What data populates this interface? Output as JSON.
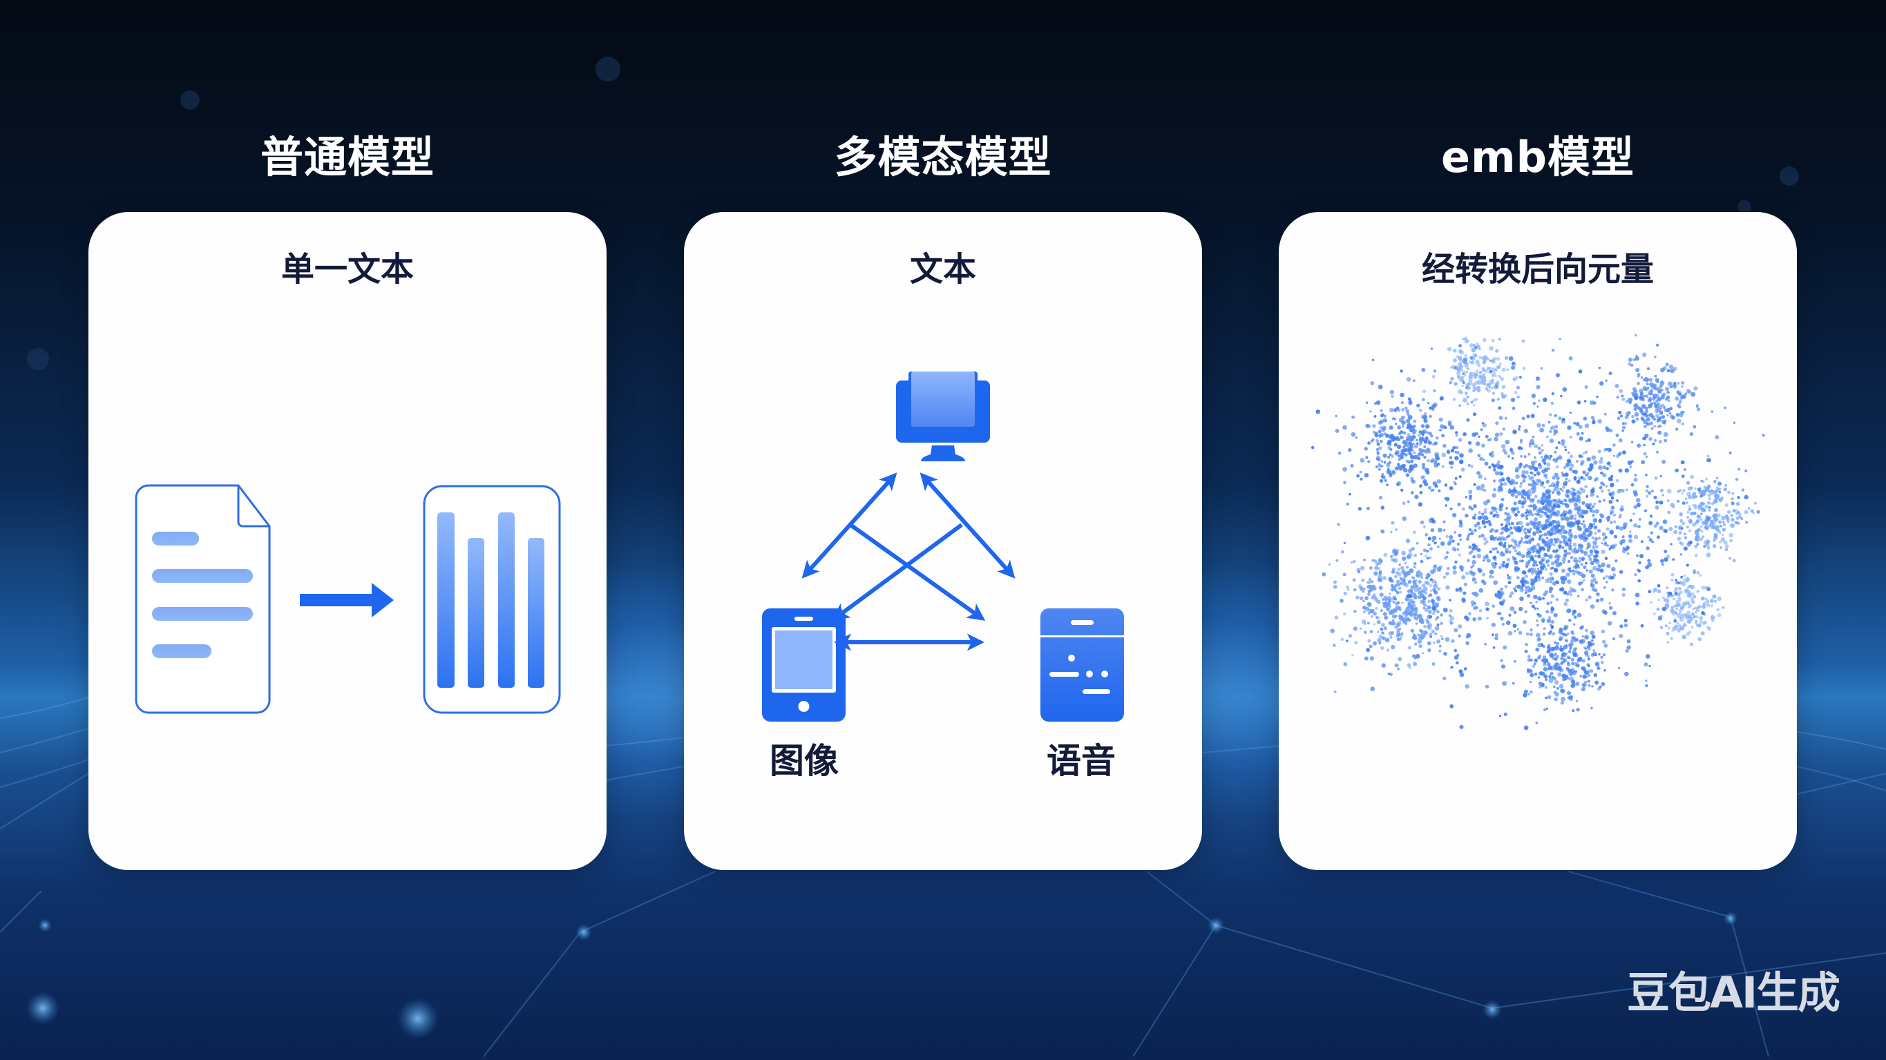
{
  "columns": [
    {
      "title": "普通模型",
      "card_subtitle": "单一文本",
      "diagram": {
        "input_icon": "document-icon",
        "connector": "arrow-right",
        "output_icon": "bar-chart-icon"
      }
    },
    {
      "title": "多模态模型",
      "card_subtitle": "文本",
      "diagram": {
        "nodes": [
          {
            "id": "text",
            "icon": "monitor-icon",
            "label": ""
          },
          {
            "id": "image",
            "icon": "tablet-icon",
            "label": "图像"
          },
          {
            "id": "speech",
            "icon": "speech-panel-icon",
            "label": "语音"
          }
        ],
        "edges": [
          "text<->image",
          "text<->speech",
          "image<->speech",
          "text->speech (crossing)",
          "text->image (crossing)"
        ]
      }
    },
    {
      "title": "emb模型",
      "card_subtitle": "经转换后向元量",
      "diagram": {
        "type": "scatter-cluster",
        "icon": "vector-cloud-icon",
        "clusters": 8
      }
    }
  ],
  "watermark": "豆包AI生成",
  "colors": {
    "accent_blue": "#2a6ff0",
    "accent_light": "#8db7fb",
    "card_bg": "#fefefe",
    "title_text": "#ffffff",
    "subtitle_text": "#141a3a",
    "bg_top": "#040a14",
    "bg_horizon": "#2a78c0",
    "bg_bottom": "#0a2350"
  }
}
